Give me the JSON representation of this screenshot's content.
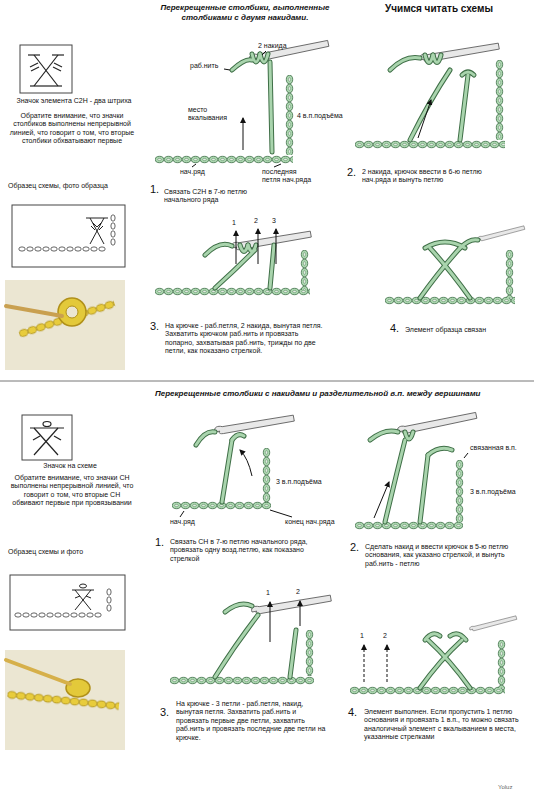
{
  "diagram": {
    "title": "Учимся читать схемы",
    "labels": [
      "Перекрещенные столбики, выполненные столбиками с двумя накидами.",
      "Значок элемента С2Н - два штриха",
      "Обратите внимание, что значки столбиков выполнены непрерывной линией, что говорит о том, что вторые столбики обхватывают первые",
      "Образец схемы, фото образца",
      "2 накида",
      "раб.нить",
      "место вкалывания",
      "4 в.п.подъёма",
      "нач.ряд",
      "последняя петля нач.ряда",
      "1.",
      "Связать С2Н в 7-ю петлю начального ряда",
      "2.",
      "2 накида, крючок ввести в 6-ю петлю нач.ряда и вынуть петлю",
      "1",
      "2",
      "3",
      "3.",
      "На крючке - раб.петля, 2 накида, вынутая петля. Захватить крючком раб.нить и провязать попарно, захватывая раб.нить, трижды по две петли, как показано стрелкой.",
      "4.",
      "Элемент образца связан",
      "Перекрещенные столбики с накидами и разделительной в.п. между вершинами",
      "Значок на схеме",
      "Обратите внимание, что значки СН выполнены непрерывной линией, что говорит о том, что вторые СН обвивают первые при провязывании",
      "Образец схемы и фото",
      "3 в.п.подъёма",
      "нач.ряд",
      "конец нач.ряда",
      "1.",
      "Связать СН в 7-ю петлю начального ряда, провязать одну возд.петлю, как показано стрелкой",
      "связанная в.п.",
      "3 в.п.подъёма",
      "2.",
      "Сделать накид и ввести крючок в 5-ю петлю основания, как указано стрелкой, и вынуть раб.нить - петлю",
      "1",
      "2",
      "3.",
      "На крючке - 3 петли - раб.петля, накид, вынутая петля. Захватить раб.нить и провязать первые две петли, захватить раб.нить и провязать последние две петли на крючке.",
      "1",
      "2",
      "4.",
      "Элемент выполнен. Если пропустить 1 петлю основания и провязать 1 в.п., то можно связать аналогичный элемент с вкалыванием в места, указанные стрелками",
      "Yoluz"
    ]
  }
}
